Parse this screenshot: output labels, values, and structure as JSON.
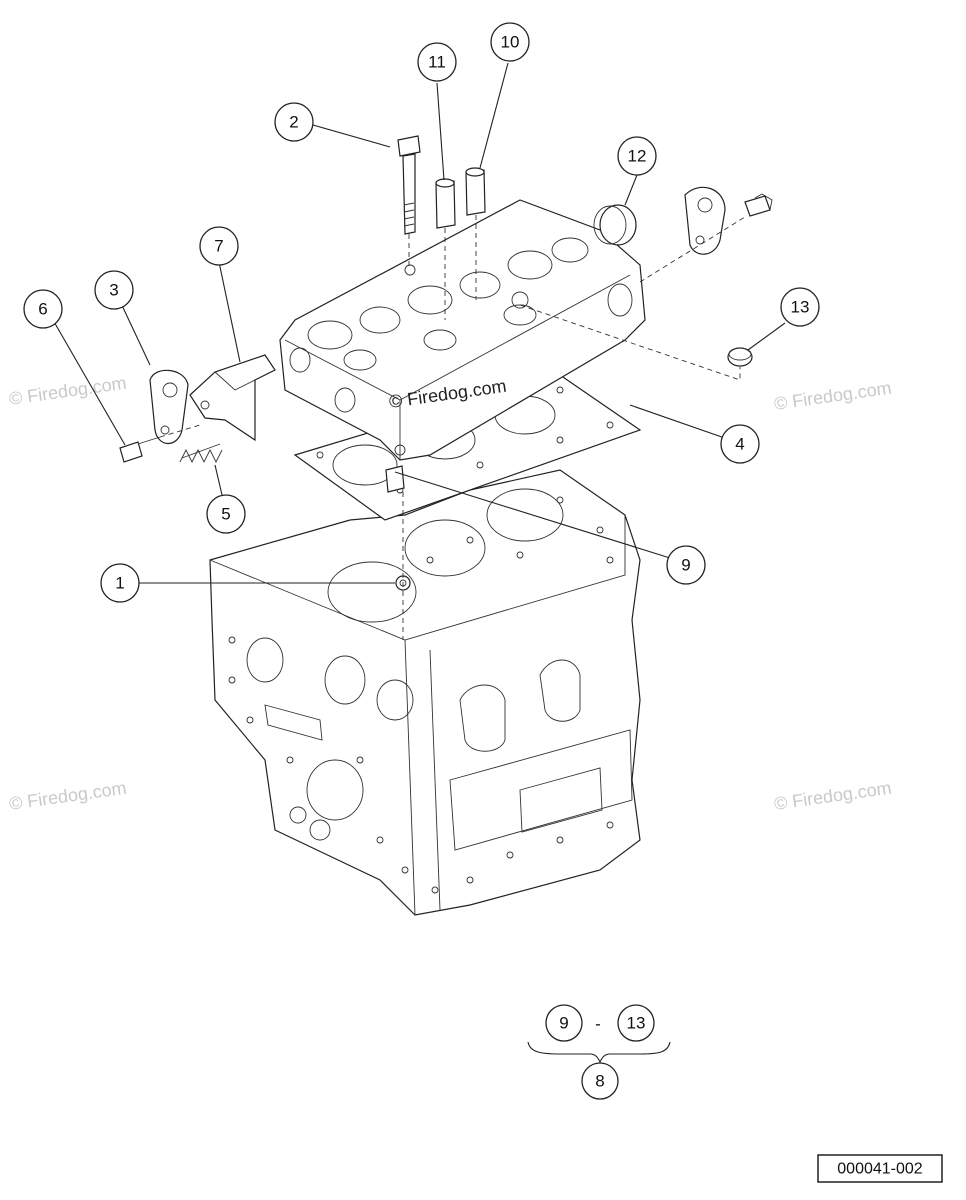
{
  "watermark": {
    "text": "© Firedog.com",
    "main_text": "© Firedog.com"
  },
  "callouts": [
    {
      "id": "c1",
      "label": "1"
    },
    {
      "id": "c2",
      "label": "2"
    },
    {
      "id": "c3",
      "label": "3"
    },
    {
      "id": "c4",
      "label": "4"
    },
    {
      "id": "c5",
      "label": "5"
    },
    {
      "id": "c6",
      "label": "6"
    },
    {
      "id": "c7",
      "label": "7"
    },
    {
      "id": "c9",
      "label": "9"
    },
    {
      "id": "c10",
      "label": "10"
    },
    {
      "id": "c11",
      "label": "11"
    },
    {
      "id": "c12",
      "label": "12"
    },
    {
      "id": "c13",
      "label": "13"
    }
  ],
  "kit_group": {
    "from": "9",
    "separator": "-",
    "to": "13",
    "kit": "8"
  },
  "document_number": "000041-002"
}
